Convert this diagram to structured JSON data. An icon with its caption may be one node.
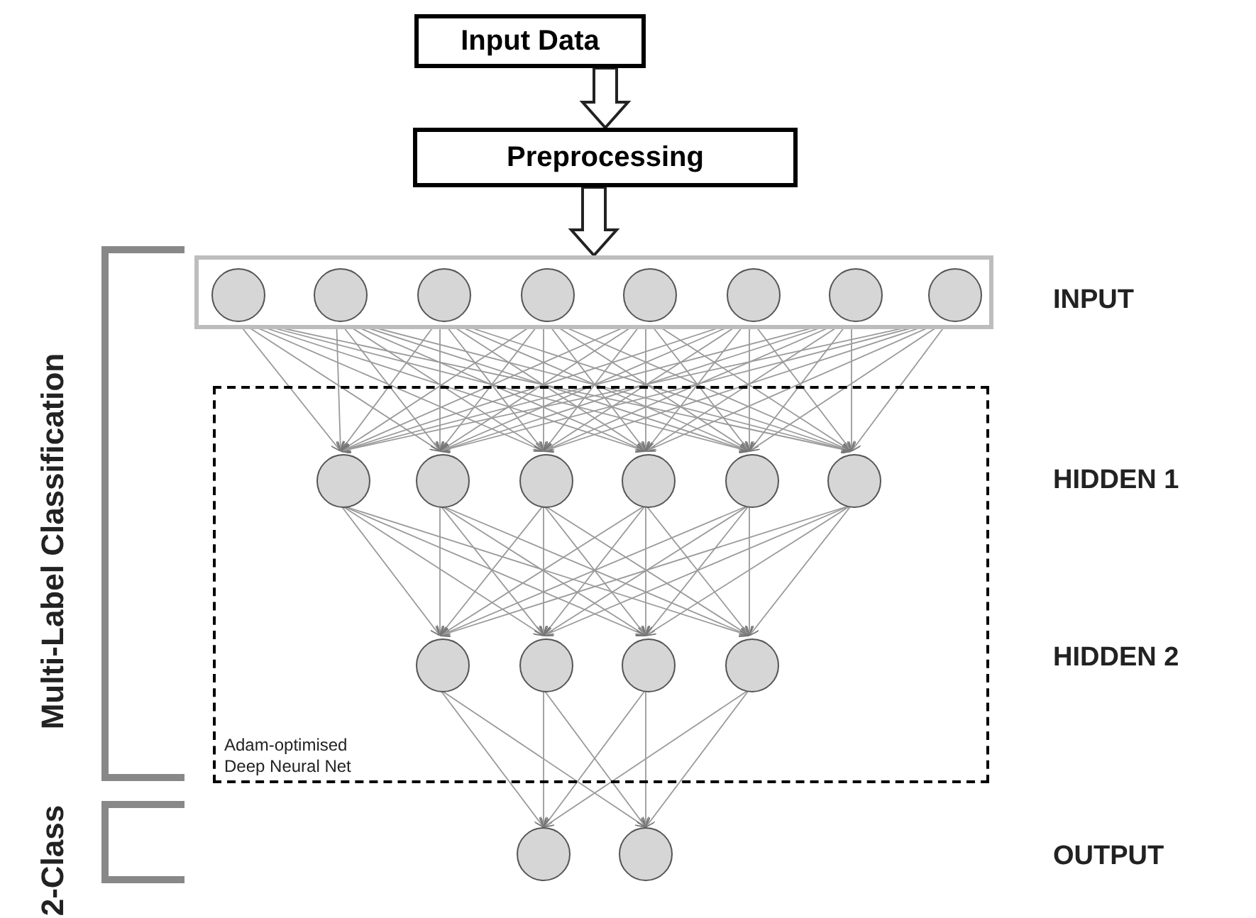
{
  "diagram": {
    "nodes": [
      {
        "text": [
          "Input Data"
        ]
      },
      {
        "text": [
          "Preprocessing"
        ]
      },
      {
        "text": [],
        "shape": "box"
      },
      {
        "text": [],
        "shape": "circle",
        "in": 2
      },
      {
        "text": [],
        "shape": "circle",
        "in": 2
      },
      {
        "text": [],
        "shape": "circle",
        "in": 2
      },
      {
        "text": [],
        "shape": "circle",
        "in": 2
      },
      {
        "text": [],
        "shape": "circle",
        "in": 2
      },
      {
        "text": [],
        "shape": "circle",
        "in": 2
      },
      {
        "text": [],
        "shape": "circle",
        "in": 2
      },
      {
        "text": [],
        "shape": "circle",
        "in": 2
      },
      {
        "text": [
          "Adam-optimised Deep Neural Net"
        ]
      },
      {
        "text": [],
        "shape": "circle",
        "in": 11
      },
      {
        "text": [],
        "shape": "circle",
        "in": 11
      },
      {
        "text": [],
        "shape": "circle",
        "in": 11
      },
      {
        "text": [],
        "shape": "circle",
        "in": 11
      },
      {
        "text": [],
        "shape": "circle",
        "in": 11
      },
      {
        "text": [],
        "shape": "circle",
        "in": 11
      },
      {
        "text": [],
        "shape": "circle",
        "in": 11
      },
      {
        "text": [],
        "shape": "circle",
        "in": 11
      },
      {
        "text": [],
        "shape": "circle",
        "in": 11
      },
      {
        "text": [],
        "shape": "circle",
        "in": 11
      },
      {
        "text": [],
        "shape": "circle"
      },
      {
        "text": [],
        "shape": "circle"
      }
    ],
    "edges": [
      {
        "from": 0,
        "to": 1,
        "arrow": "to",
        "style": "thick"
      },
      {
        "from": 1,
        "to": 2,
        "arrow": "to",
        "style": "thick"
      },
      {
        "from": 3,
        "to": 12,
        "arrow": "to"
      },
      {
        "from": 3,
        "to": 13,
        "arrow": "to"
      },
      {
        "from": 3,
        "to": 14,
        "arrow": "to"
      },
      {
        "from": 3,
        "to": 15,
        "arrow": "to"
      },
      {
        "from": 3,
        "to": 16,
        "arrow": "to"
      },
      {
        "from": 3,
        "to": 17,
        "arrow": "to"
      },
      {
        "from": 4,
        "to": 12,
        "arrow": "to"
      },
      {
        "from": 4,
        "to": 13,
        "arrow": "to"
      },
      {
        "from": 4,
        "to": 14,
        "arrow": "to"
      },
      {
        "from": 4,
        "to": 15,
        "arrow": "to"
      },
      {
        "from": 4,
        "to": 16,
        "arrow": "to"
      },
      {
        "from": 4,
        "to": 17,
        "arrow": "to"
      },
      {
        "from": 5,
        "to": 12,
        "arrow": "to"
      },
      {
        "from": 5,
        "to": 13,
        "arrow": "to"
      },
      {
        "from": 5,
        "to": 14,
        "arrow": "to"
      },
      {
        "from": 5,
        "to": 15,
        "arrow": "to"
      },
      {
        "from": 5,
        "to": 16,
        "arrow": "to"
      },
      {
        "from": 5,
        "to": 17,
        "arrow": "to"
      },
      {
        "from": 6,
        "to": 12,
        "arrow": "to"
      },
      {
        "from": 6,
        "to": 13,
        "arrow": "to"
      },
      {
        "from": 6,
        "to": 14,
        "arrow": "to"
      },
      {
        "from": 6,
        "to": 15,
        "arrow": "to"
      },
      {
        "from": 6,
        "to": 16,
        "arrow": "to"
      },
      {
        "from": 6,
        "to": 17,
        "arrow": "to"
      },
      {
        "from": 7,
        "to": 12,
        "arrow": "to"
      },
      {
        "from": 7,
        "to": 13,
        "arrow": "to"
      },
      {
        "from": 7,
        "to": 14,
        "arrow": "to"
      },
      {
        "from": 7,
        "to": 15,
        "arrow": "to"
      },
      {
        "from": 7,
        "to": 16,
        "arrow": "to"
      },
      {
        "from": 7,
        "to": 17,
        "arrow": "to"
      },
      {
        "from": 8,
        "to": 12,
        "arrow": "to"
      },
      {
        "from": 8,
        "to": 13,
        "arrow": "to"
      },
      {
        "from": 8,
        "to": 14,
        "arrow": "to"
      },
      {
        "from": 8,
        "to": 15,
        "arrow": "to"
      },
      {
        "from": 8,
        "to": 16,
        "arrow": "to"
      },
      {
        "from": 8,
        "to": 17,
        "arrow": "to"
      },
      {
        "from": 9,
        "to": 12,
        "arrow": "to"
      },
      {
        "from": 9,
        "to": 13,
        "arrow": "to"
      },
      {
        "from": 9,
        "to": 14,
        "arrow": "to"
      },
      {
        "from": 9,
        "to": 15,
        "arrow": "to"
      },
      {
        "from": 9,
        "to": 16,
        "arrow": "to"
      },
      {
        "from": 9,
        "to": 17,
        "arrow": "to"
      },
      {
        "from": 10,
        "to": 12,
        "arrow": "to"
      },
      {
        "from": 10,
        "to": 13,
        "arrow": "to"
      },
      {
        "from": 10,
        "to": 14,
        "arrow": "to"
      },
      {
        "from": 10,
        "to": 15,
        "arrow": "to"
      },
      {
        "from": 10,
        "to": 16,
        "arrow": "to"
      },
      {
        "from": 10,
        "to": 17,
        "arrow": "to"
      },
      {
        "from": 12,
        "to": 18,
        "arrow": "to"
      },
      {
        "from": 12,
        "to": 19,
        "arrow": "to"
      },
      {
        "from": 12,
        "to": 20,
        "arrow": "to"
      },
      {
        "from": 12,
        "to": 21,
        "arrow": "to"
      },
      {
        "from": 13,
        "to": 18,
        "arrow": "to"
      },
      {
        "from": 13,
        "to": 19,
        "arrow": "to"
      },
      {
        "from": 13,
        "to": 20,
        "arrow": "to"
      },
      {
        "from": 13,
        "to": 21,
        "arrow": "to"
      },
      {
        "from": 14,
        "to": 18,
        "arrow": "to"
      },
      {
        "from": 14,
        "to": 19,
        "arrow": "to"
      },
      {
        "from": 14,
        "to": 20,
        "arrow": "to"
      },
      {
        "from": 14,
        "to": 21,
        "arrow": "to"
      },
      {
        "from": 15,
        "to": 18,
        "arrow": "to"
      },
      {
        "from": 15,
        "to": 19,
        "arrow": "to"
      },
      {
        "from": 15,
        "to": 20,
        "arrow": "to"
      },
      {
        "from": 15,
        "to": 21,
        "arrow": "to"
      },
      {
        "from": 16,
        "to": 18,
        "arrow": "to"
      },
      {
        "from": 16,
        "to": 19,
        "arrow": "to"
      },
      {
        "from": 16,
        "to": 20,
        "arrow": "to"
      },
      {
        "from": 16,
        "to": 21,
        "arrow": "to"
      },
      {
        "from": 17,
        "to": 18,
        "arrow": "to"
      },
      {
        "from": 17,
        "to": 19,
        "arrow": "to"
      },
      {
        "from": 17,
        "to": 20,
        "arrow": "to"
      },
      {
        "from": 17,
        "to": 21,
        "arrow": "to"
      },
      {
        "from": 18,
        "to": 22,
        "arrow": "to"
      },
      {
        "from": 18,
        "to": 23,
        "arrow": "to"
      },
      {
        "from": 19,
        "to": 22,
        "arrow": "to"
      },
      {
        "from": 19,
        "to": 23,
        "arrow": "to"
      },
      {
        "from": 20,
        "to": 22,
        "arrow": "to"
      },
      {
        "from": 20,
        "to": 23,
        "arrow": "to"
      },
      {
        "from": 21,
        "to": 22,
        "arrow": "to"
      },
      {
        "from": 21,
        "to": 23,
        "arrow": "to"
      }
    ],
    "labels": [
      "INPUT",
      "HIDDEN 1",
      "HIDDEN 2",
      "OUTPUT",
      "Multi-Label Classification",
      "2-Class"
    ]
  }
}
